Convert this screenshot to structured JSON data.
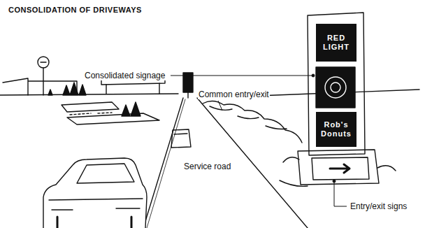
{
  "diagram": {
    "title": "CONSOLIDATION OF DRIVEWAYS",
    "nodes": [
      {
        "text": [
          "RED LIGHT"
        ]
      },
      {
        "text": [
          "Rob's Donuts"
        ]
      }
    ],
    "labels": [
      "Consolidated signage",
      "Common entry/exit",
      "Service road",
      "Entry/exit signs"
    ]
  }
}
